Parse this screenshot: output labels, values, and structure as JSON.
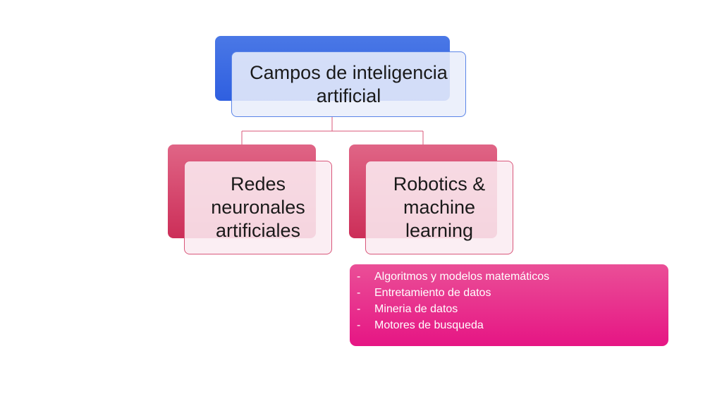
{
  "diagram": {
    "root": {
      "label": "Campos de inteligencia artificial"
    },
    "children": [
      {
        "label": "Redes neuronales artificiales"
      },
      {
        "label": "Robotics & machine learning"
      }
    ],
    "detail_list": {
      "bullet": "-",
      "items": [
        "Algoritmos y modelos matemáticos",
        "Entretamiento de datos",
        "Mineria de datos",
        "Motores de busqueda"
      ]
    }
  },
  "colors": {
    "root_box": "#2f5fe0",
    "child_box": "#cc2e58",
    "connector": "#d9577a",
    "list_box": "#e61584"
  }
}
